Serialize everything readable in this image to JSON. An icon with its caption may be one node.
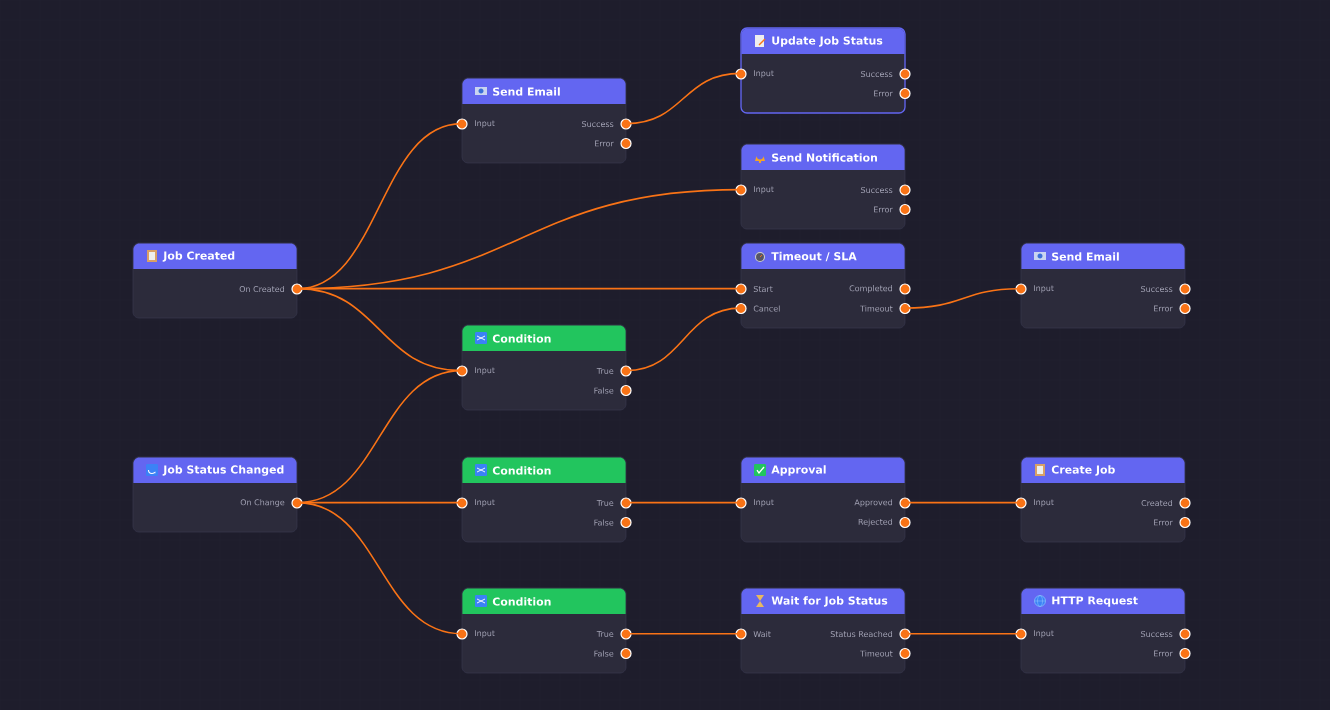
{
  "diagram": {
    "nodes": [
      {
        "text": [
          "Job Created",
          "On Created"
        ]
      },
      {
        "text": [
          "Job Status Changed",
          "On Change"
        ]
      },
      {
        "text": [
          "Send Email",
          "Input",
          "Success",
          "Error"
        ]
      },
      {
        "text": [
          "Condition",
          "Input",
          "True",
          "False"
        ]
      },
      {
        "text": [
          "Condition",
          "Input",
          "True",
          "False"
        ]
      },
      {
        "text": [
          "Condition",
          "Input",
          "True",
          "False"
        ]
      },
      {
        "text": [
          "Update Job Status",
          "Input",
          "Success",
          "Error"
        ]
      },
      {
        "text": [
          "Send Notification",
          "Input",
          "Success",
          "Error"
        ]
      },
      {
        "text": [
          "Timeout / SLA",
          "Start",
          "Cancel",
          "Completed",
          "Timeout"
        ]
      },
      {
        "text": [
          "Approval",
          "Input",
          "Approved",
          "Rejected"
        ]
      },
      {
        "text": [
          "Wait for Job Status",
          "Wait",
          "Status Reached",
          "Timeout"
        ]
      },
      {
        "text": [
          "Send Email",
          "Input",
          "Success",
          "Error"
        ]
      },
      {
        "text": [
          "Create Job",
          "Input",
          "Created",
          "Error"
        ]
      },
      {
        "text": [
          "HTTP Request",
          "Input",
          "Success",
          "Error"
        ]
      }
    ],
    "edges": [
      {
        "from": 0,
        "to": 2,
        "arrow": "none"
      },
      {
        "from": 0,
        "to": 7,
        "arrow": "none"
      },
      {
        "from": 0,
        "to": 8,
        "arrow": "none"
      },
      {
        "from": 0,
        "to": 3,
        "arrow": "none"
      },
      {
        "from": 1,
        "to": 3,
        "arrow": "none"
      },
      {
        "from": 1,
        "to": 4,
        "arrow": "none"
      },
      {
        "from": 1,
        "to": 5,
        "arrow": "none"
      },
      {
        "from": 2,
        "to": 6,
        "arrow": "none"
      },
      {
        "from": 3,
        "to": 8,
        "arrow": "none"
      },
      {
        "from": 8,
        "to": 11,
        "arrow": "none"
      },
      {
        "from": 4,
        "to": 9,
        "arrow": "none"
      },
      {
        "from": 9,
        "to": 12,
        "arrow": "none"
      },
      {
        "from": 5,
        "to": 10,
        "arrow": "none"
      },
      {
        "from": 10,
        "to": 13,
        "arrow": "none"
      }
    ]
  }
}
